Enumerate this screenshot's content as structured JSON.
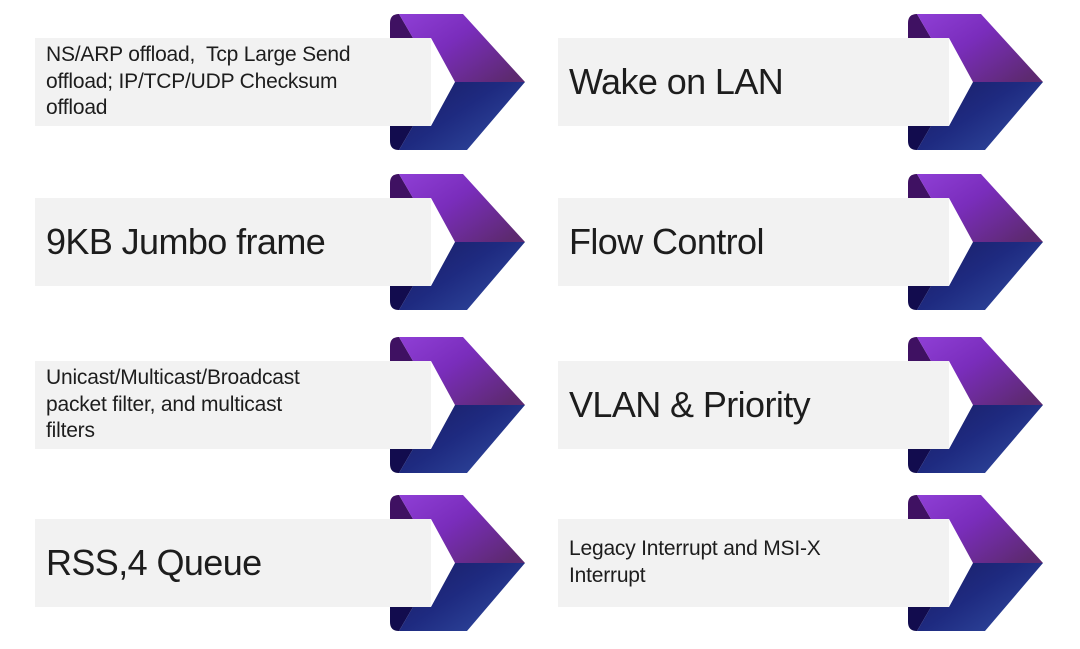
{
  "theme": {
    "page_bg": "#ffffff",
    "bar_bg": "#f2f2f2",
    "text_color": "#1d1d1d"
  },
  "arrow": {
    "colors": {
      "purple_start": "#8f3fd6",
      "purple_mid": "#7a2dbc",
      "purple_end": "#5d2a70",
      "navy_start": "#1a1d63",
      "navy_mid": "#1e2a80",
      "navy_end": "#30499e",
      "fold_purple": "#3f1162",
      "fold_navy": "#120c4e"
    }
  },
  "items": [
    {
      "label": "NS/ARP offload,  Tcp Large Send\noffload; IP/TCP/UDP Checksum\noffload",
      "text_size": "small"
    },
    {
      "label": "Wake on LAN",
      "text_size": "large"
    },
    {
      "label": "9KB Jumbo frame",
      "text_size": "large"
    },
    {
      "label": "Flow Control",
      "text_size": "large"
    },
    {
      "label": "Unicast/Multicast/Broadcast\npacket filter, and multicast\nfilters",
      "text_size": "small"
    },
    {
      "label": "VLAN & Priority",
      "text_size": "large"
    },
    {
      "label": "RSS,4 Queue",
      "text_size": "large"
    },
    {
      "label": "Legacy Interrupt and MSI-X\nInterrupt",
      "text_size": "small"
    }
  ]
}
